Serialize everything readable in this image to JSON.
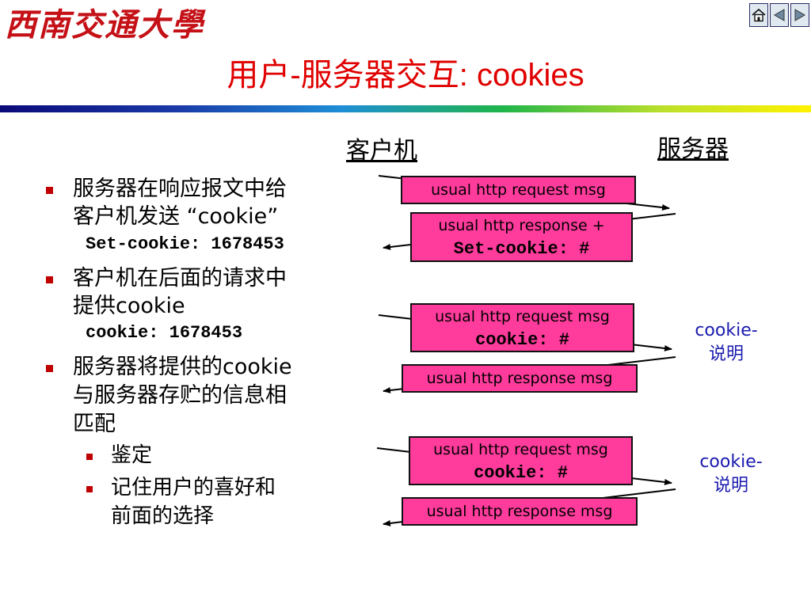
{
  "header": {
    "logo_text": "西南交通大學",
    "title": "用户-服务器交互: cookies"
  },
  "nav": {
    "home_icon": "home-icon",
    "prev_icon": "triangle-left-icon",
    "next_icon": "triangle-right-icon"
  },
  "columns": {
    "client": "客户机",
    "server": "服务器"
  },
  "bullets": {
    "b1_line1": "服务器在响应报文中给",
    "b1_line2": "客户机发送 “cookie”",
    "b1_code": "Set-cookie: 1678453",
    "b2_line1": "客户机在后面的请求中",
    "b2_line2": "提供cookie",
    "b2_code": "cookie: 1678453",
    "b3_line1": "服务器将提供的cookie",
    "b3_line2": "与服务器存贮的信息相",
    "b3_line3": "匹配",
    "sub1": "鉴定",
    "sub2_line1": "记住用户的喜好和",
    "sub2_line2": "前面的选择"
  },
  "messages": {
    "m1": "usual http request msg",
    "m2_line1": "usual http response +",
    "m2_line2": "Set-cookie: #",
    "m3_line1": "usual http request msg",
    "m3_line2": "cookie: #",
    "m4": "usual http response msg",
    "m5_line1": "usual http request msg",
    "m5_line2": "cookie: #",
    "m6": "usual http response msg"
  },
  "notes": {
    "n1_line1": "cookie-",
    "n1_line2": "说明",
    "n2_line1": "cookie-",
    "n2_line2": "说明"
  },
  "colors": {
    "title": "#e00000",
    "box_fill": "#ff3b9c",
    "note": "#1a1ab0",
    "bullet": "#c00000"
  }
}
